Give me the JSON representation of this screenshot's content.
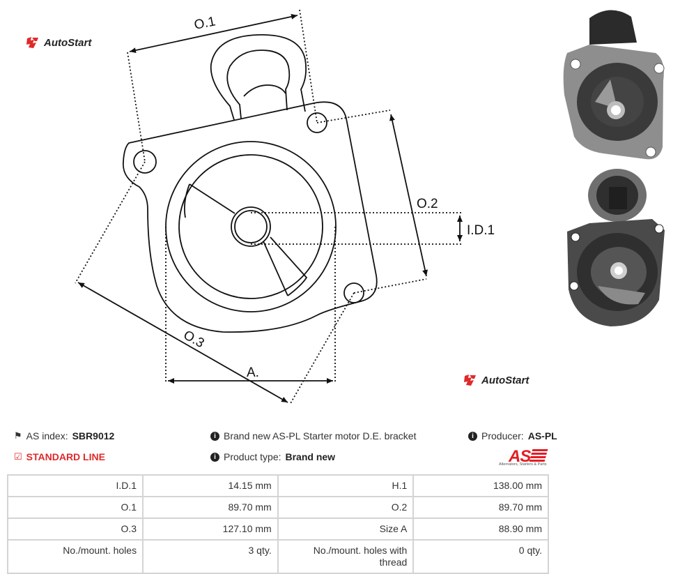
{
  "brand": {
    "name": "AutoStart"
  },
  "drawing": {
    "labels": {
      "o1": "O.1",
      "o2": "O.2",
      "o3": "O.3",
      "id1": "I.D.1",
      "a": "A."
    }
  },
  "photos": {
    "top": {
      "icon": "bracket-photo-front"
    },
    "bottom": {
      "icon": "bracket-photo-back"
    }
  },
  "info": {
    "as_index_label": "AS index: ",
    "as_index_value": "SBR9012",
    "description": "Brand new AS-PL Starter motor D.E. bracket",
    "producer_label": "Producer: ",
    "producer_value": "AS-PL",
    "standard_line": "STANDARD LINE",
    "product_type_label": "Product type: ",
    "product_type_value": "Brand new"
  },
  "producer_logo": {
    "mark": "AS",
    "tagline": "Alternators, Starters & Parts",
    "color": "#e31e24"
  },
  "specs": [
    {
      "l1": "I.D.1",
      "v1": "14.15 mm",
      "l2": "H.1",
      "v2": "138.00 mm"
    },
    {
      "l1": "O.1",
      "v1": "89.70 mm",
      "l2": "O.2",
      "v2": "89.70 mm"
    },
    {
      "l1": "O.3",
      "v1": "127.10 mm",
      "l2": "Size A",
      "v2": "88.90 mm"
    },
    {
      "l1": "No./mount. holes",
      "v1": "3 qty.",
      "l2": "No./mount. holes with thread",
      "v2": "0 qty."
    }
  ]
}
